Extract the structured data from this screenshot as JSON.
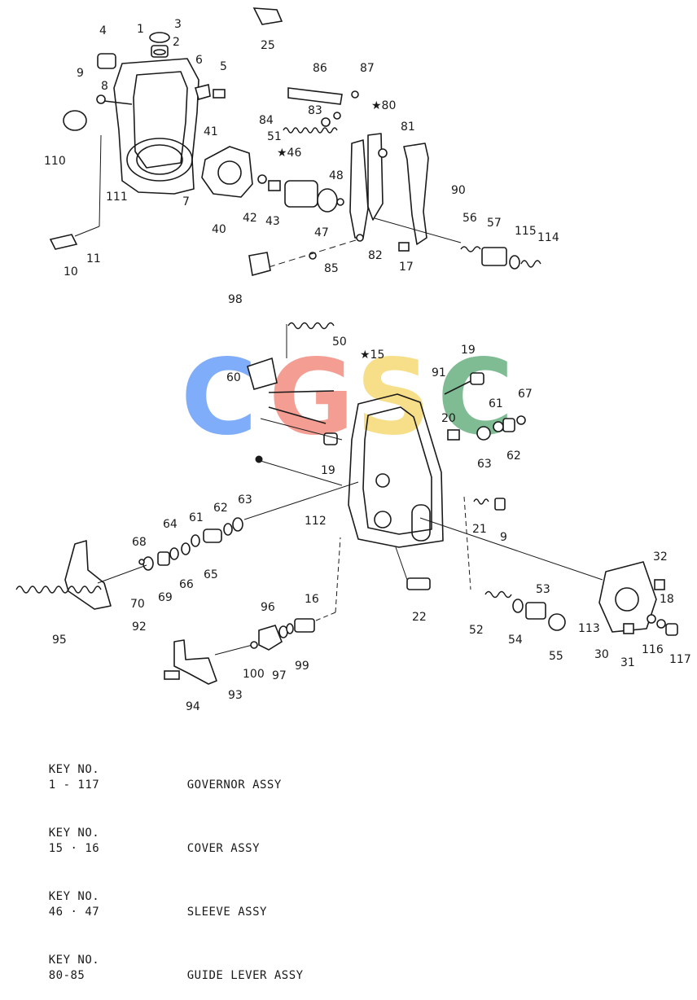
{
  "watermark": {
    "letters": [
      "C",
      "G",
      "S",
      "C"
    ],
    "colors": [
      "#4e8ef7",
      "#f07a6a",
      "#f4d35e",
      "#4fa36b"
    ]
  },
  "callouts": [
    {
      "id": "c1",
      "text": "1"
    },
    {
      "id": "c2",
      "text": "2"
    },
    {
      "id": "c3",
      "text": "3"
    },
    {
      "id": "c4",
      "text": "4"
    },
    {
      "id": "c5",
      "text": "5"
    },
    {
      "id": "c6",
      "text": "6"
    },
    {
      "id": "c7",
      "text": "7"
    },
    {
      "id": "c8",
      "text": "8"
    },
    {
      "id": "c9",
      "text": "9"
    },
    {
      "id": "c10",
      "text": "10"
    },
    {
      "id": "c11",
      "text": "11"
    },
    {
      "id": "c17",
      "text": "17"
    },
    {
      "id": "c25",
      "text": "25"
    },
    {
      "id": "c40",
      "text": "40"
    },
    {
      "id": "c41",
      "text": "41"
    },
    {
      "id": "c42",
      "text": "42"
    },
    {
      "id": "c43",
      "text": "43"
    },
    {
      "id": "c46",
      "text": "★46"
    },
    {
      "id": "c47",
      "text": "47"
    },
    {
      "id": "c48",
      "text": "48"
    },
    {
      "id": "c51",
      "text": "51"
    },
    {
      "id": "c56",
      "text": "56"
    },
    {
      "id": "c57",
      "text": "57"
    },
    {
      "id": "c80",
      "text": "★80"
    },
    {
      "id": "c81",
      "text": "81"
    },
    {
      "id": "c82",
      "text": "82"
    },
    {
      "id": "c83",
      "text": "83"
    },
    {
      "id": "c84",
      "text": "84"
    },
    {
      "id": "c85",
      "text": "85"
    },
    {
      "id": "c86",
      "text": "86"
    },
    {
      "id": "c87",
      "text": "87"
    },
    {
      "id": "c90",
      "text": "90"
    },
    {
      "id": "c98",
      "text": "98"
    },
    {
      "id": "c110",
      "text": "110"
    },
    {
      "id": "c111",
      "text": "111"
    },
    {
      "id": "c114",
      "text": "114"
    },
    {
      "id": "c115",
      "text": "115"
    },
    {
      "id": "c15",
      "text": "★15"
    },
    {
      "id": "c16",
      "text": "16"
    },
    {
      "id": "c18",
      "text": "18"
    },
    {
      "id": "c19a",
      "text": "19"
    },
    {
      "id": "c19b",
      "text": "19"
    },
    {
      "id": "c20",
      "text": "20"
    },
    {
      "id": "c21",
      "text": "21"
    },
    {
      "id": "c22",
      "text": "22"
    },
    {
      "id": "c30",
      "text": "30"
    },
    {
      "id": "c31",
      "text": "31"
    },
    {
      "id": "c32",
      "text": "32"
    },
    {
      "id": "c50",
      "text": "50"
    },
    {
      "id": "c52",
      "text": "52"
    },
    {
      "id": "c53",
      "text": "53"
    },
    {
      "id": "c54",
      "text": "54"
    },
    {
      "id": "c55",
      "text": "55"
    },
    {
      "id": "c60",
      "text": "60"
    },
    {
      "id": "c61a",
      "text": "61"
    },
    {
      "id": "c61b",
      "text": "61"
    },
    {
      "id": "c62a",
      "text": "62"
    },
    {
      "id": "c62b",
      "text": "62"
    },
    {
      "id": "c63a",
      "text": "63"
    },
    {
      "id": "c63b",
      "text": "63"
    },
    {
      "id": "c64",
      "text": "64"
    },
    {
      "id": "c65",
      "text": "65"
    },
    {
      "id": "c66",
      "text": "66"
    },
    {
      "id": "c67",
      "text": "67"
    },
    {
      "id": "c68",
      "text": "68"
    },
    {
      "id": "c69",
      "text": "69"
    },
    {
      "id": "c70",
      "text": "70"
    },
    {
      "id": "c91",
      "text": "91"
    },
    {
      "id": "c92",
      "text": "92"
    },
    {
      "id": "c93",
      "text": "93"
    },
    {
      "id": "c94",
      "text": "94"
    },
    {
      "id": "c95",
      "text": "95"
    },
    {
      "id": "c96",
      "text": "96"
    },
    {
      "id": "c97",
      "text": "97"
    },
    {
      "id": "c99",
      "text": "99"
    },
    {
      "id": "c100",
      "text": "100"
    },
    {
      "id": "c112",
      "text": "112"
    },
    {
      "id": "c113",
      "text": "113"
    },
    {
      "id": "c116",
      "text": "116"
    },
    {
      "id": "c117",
      "text": "117"
    },
    {
      "id": "c9b",
      "text": "9"
    }
  ],
  "key_table": [
    {
      "label": "KEY NO.",
      "range": "1 - 117",
      "desc": "GOVERNOR ASSY"
    },
    {
      "label": "KEY NO.",
      "range": "15 · 16",
      "desc": "COVER ASSY"
    },
    {
      "label": "KEY NO.",
      "range": "46 · 47",
      "desc": "SLEEVE ASSY"
    },
    {
      "label": "KEY NO.",
      "range": "80-85",
      "desc": "GUIDE LEVER ASSY"
    }
  ]
}
